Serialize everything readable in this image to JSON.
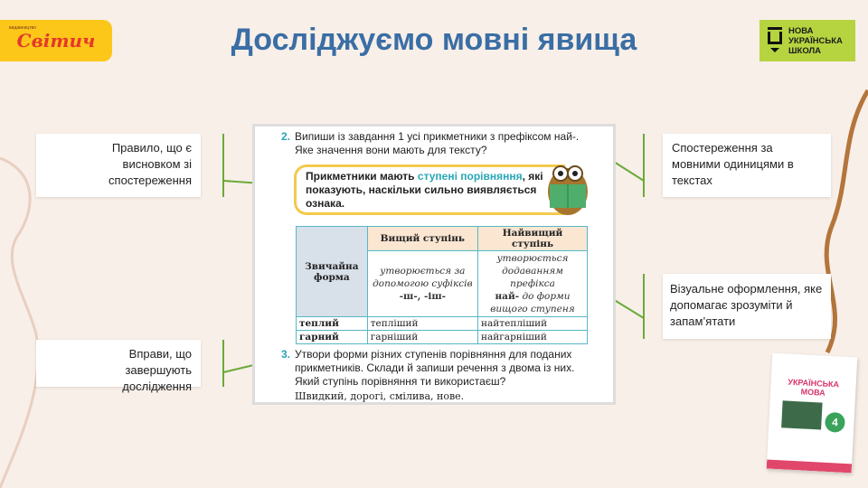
{
  "title": "Досліджуємо мовні явища",
  "logo_left": {
    "main": "Світич",
    "sub": "видавництво"
  },
  "logo_right": {
    "lines": [
      "НОВА",
      "УКРАЇНСЬКА",
      "ШКОЛА"
    ]
  },
  "callouts": {
    "left_top": "Правило, що є висновком зі спостереження",
    "left_bottom": "Вправи, що завершують дослідження",
    "right_top": "Спостереження за мовними одиницями в текстах",
    "right_bottom": "Візуальне оформлення, яке допомагає зрозуміти й запам’ятати"
  },
  "book": {
    "task2": {
      "num": "2.",
      "text": "Випиши із завдання 1 усі прикметники з префіксом най-. Яке значення вони мають для тексту?"
    },
    "rule": {
      "before": "Прикметники мають ",
      "highlight": "ступені порівняння",
      "after": ", які показують, наскільки сильно виявляється ознака."
    },
    "table": {
      "headers": [
        "Вищий ступінь",
        "Найвищий ступінь"
      ],
      "first_col": "Звичайна форма",
      "desc_higher": "утворюється за допомогою суфіксів",
      "desc_higher_bold": "-ш-, -іш-",
      "desc_highest_1": "утворюється додаванням префікса",
      "desc_highest_bold": "най-",
      "desc_highest_2": "до форми вищого ступеня",
      "rows": [
        [
          "теплий",
          "тепліший",
          "найтепліший"
        ],
        [
          "гарний",
          "гарніший",
          "найгарніший"
        ]
      ]
    },
    "task3": {
      "num": "3.",
      "text": "Утвори форми різних ступенів порівняння для поданих прикметників. Склади й запиши речення з двома із них. Який ступінь порівняння ти використаєш?",
      "words": "Швидкий, дорогі, смілива, нове."
    }
  },
  "cover": {
    "title": "УКРАЇНСЬКА МОВА",
    "grade": "4"
  },
  "colors": {
    "title": "#3a6ea5",
    "arrow": "#6aaa3a",
    "nus": "#b6d43f",
    "logo": "#fdc71a"
  }
}
